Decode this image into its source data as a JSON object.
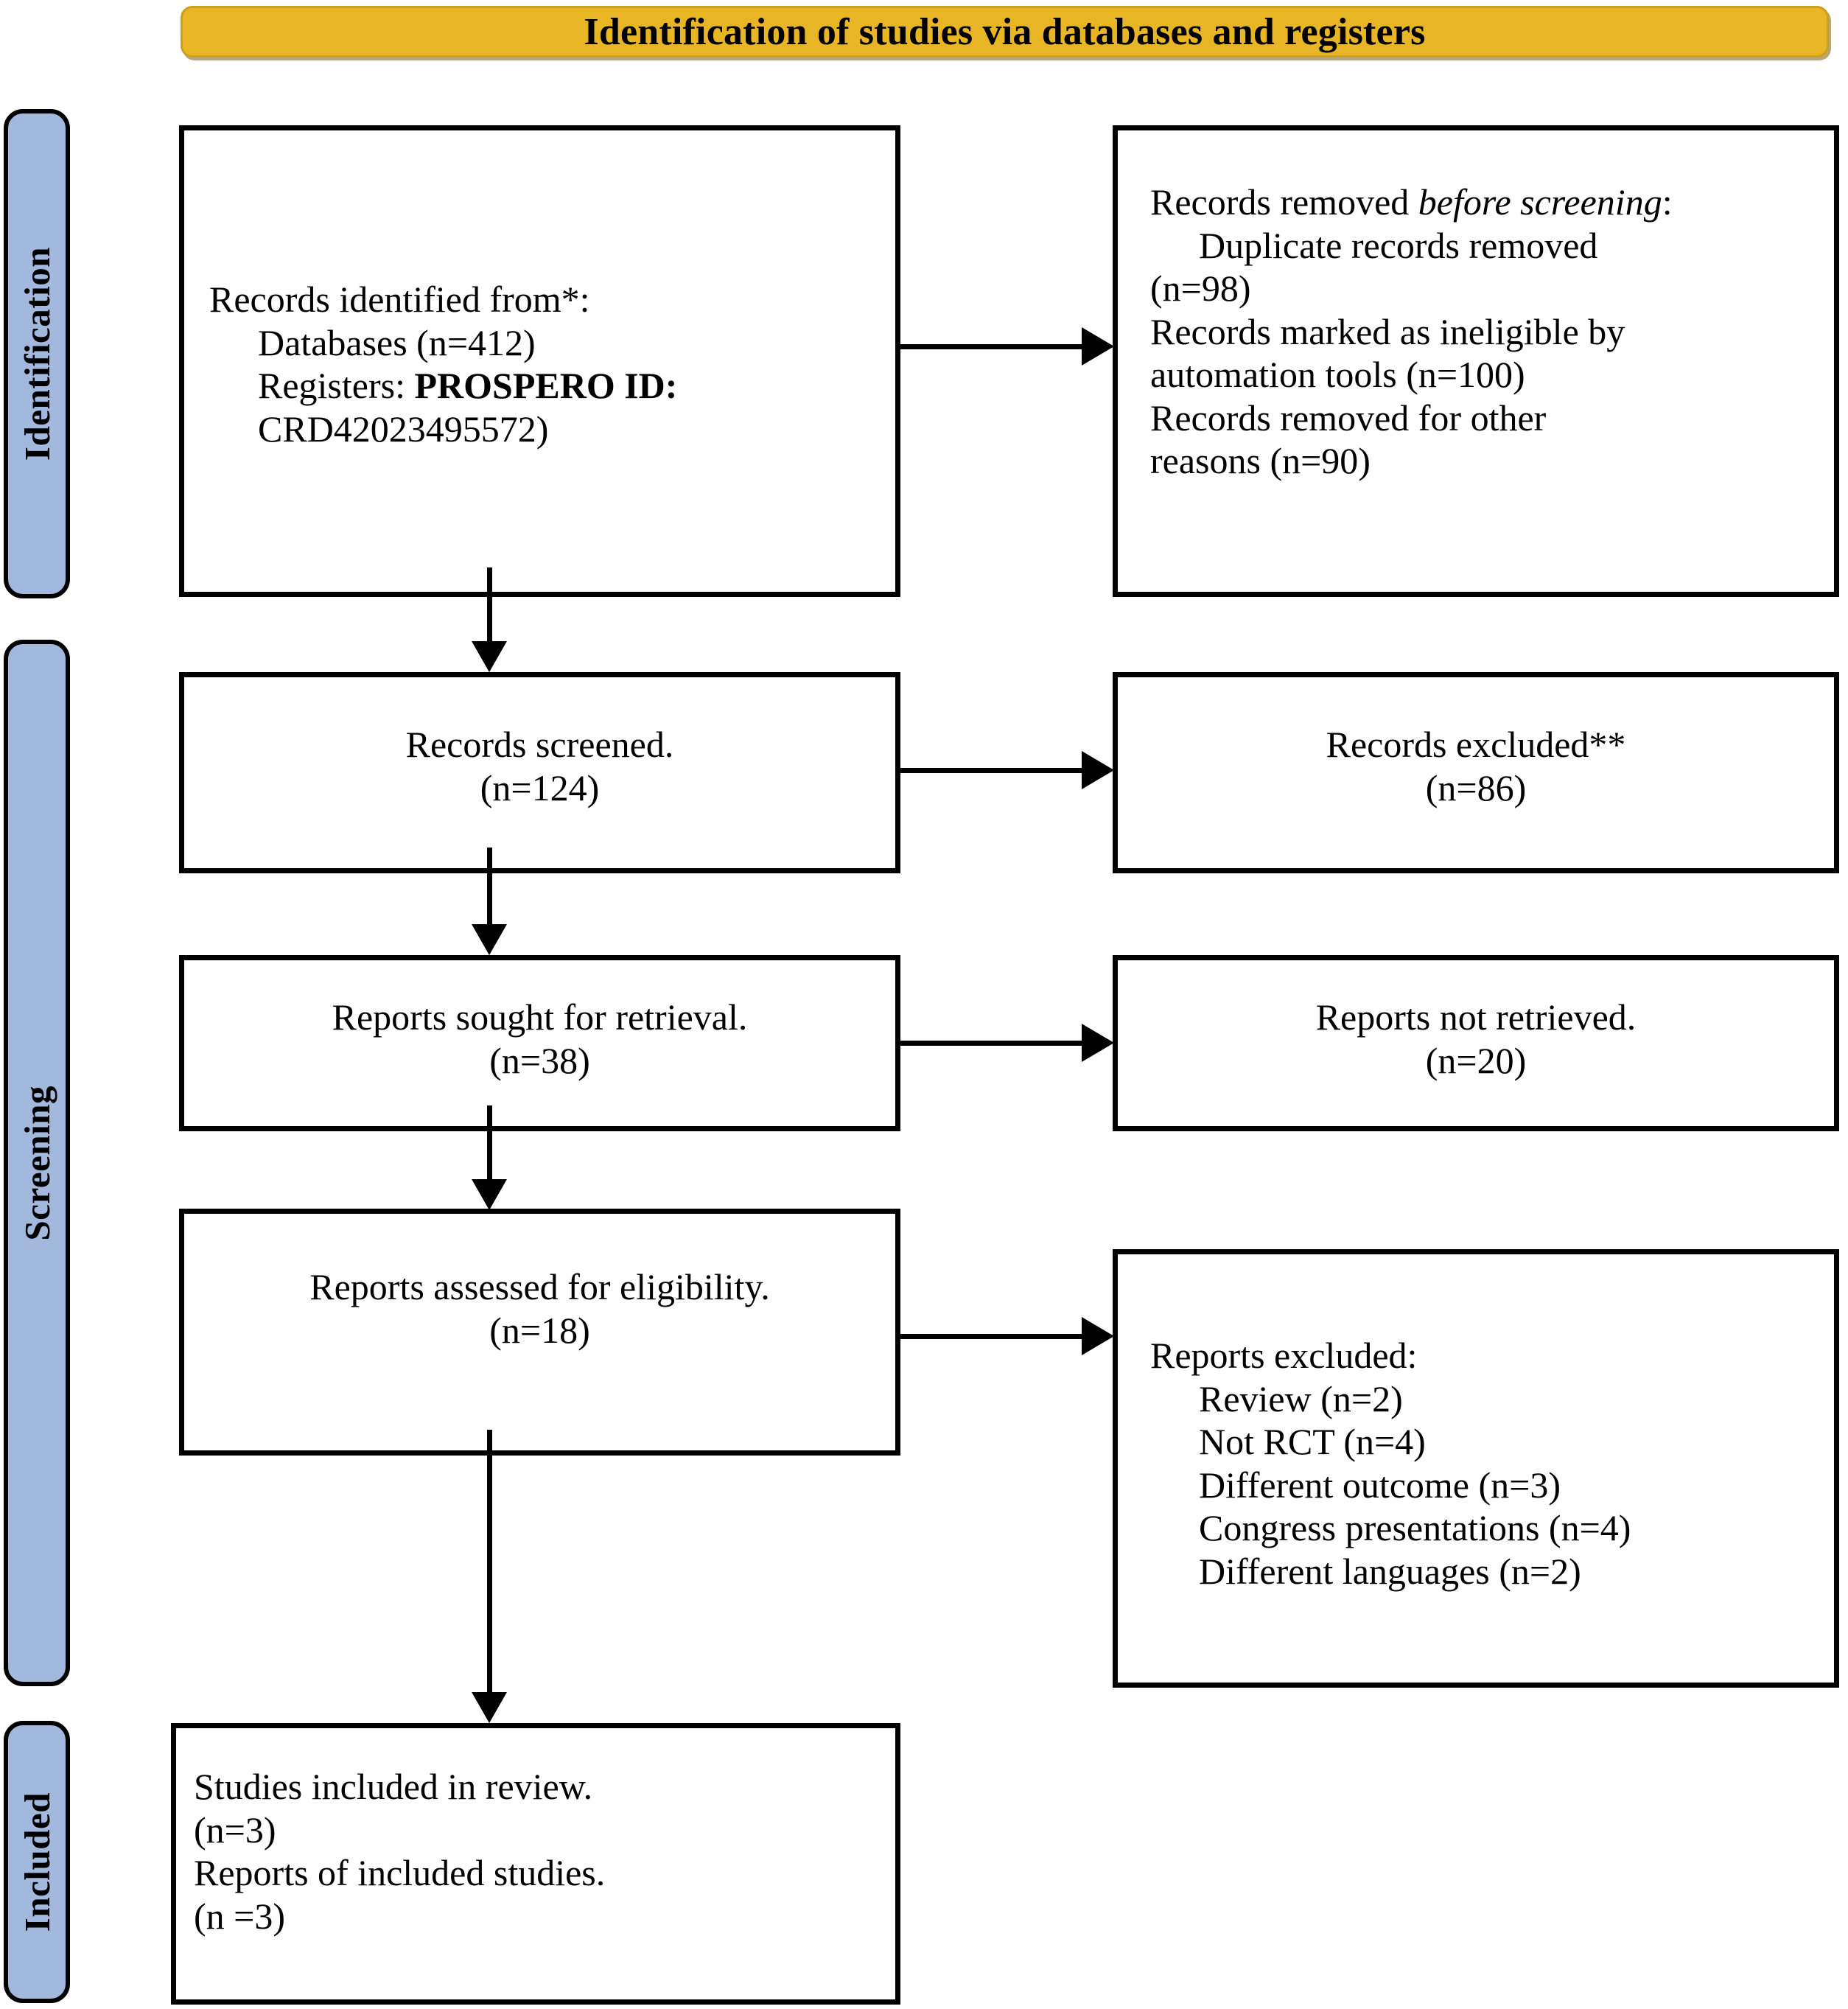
{
  "diagram": {
    "title": "Identification of studies via databases and registers",
    "type": "PRISMA flow diagram",
    "colors": {
      "banner_fill": "#e8b625",
      "phase_fill": "#a3b8dd",
      "box_border": "#000000",
      "box_fill": "#ffffff"
    }
  },
  "phases": [
    {
      "id": "identification",
      "label": "Identification"
    },
    {
      "id": "screening",
      "label": "Screening"
    },
    {
      "id": "included",
      "label": "Included"
    }
  ],
  "boxes": {
    "records_identified": {
      "line1": "Records identified from*:",
      "line2": "Databases (n=412)",
      "line3_prefix": "Registers: ",
      "line3_bold": "PROSPERO ID:",
      "line4": "CRD42023495572)"
    },
    "records_removed": {
      "line1_prefix": "Records removed ",
      "line1_italic": "before screening",
      "line1_suffix": ":",
      "line2": "Duplicate records removed",
      "line3": "(n=98)",
      "line4": "Records marked as ineligible by",
      "line5": "automation tools (n=100)",
      "line6": "Records removed for other",
      "line7": "reasons (n=90)"
    },
    "records_screened": {
      "line1": "Records screened.",
      "line2": "(n=124)"
    },
    "records_excluded": {
      "line1": "Records excluded**",
      "line2": "(n=86)"
    },
    "reports_sought": {
      "line1": "Reports sought for retrieval.",
      "line2": "(n=38)"
    },
    "reports_not_retrieved": {
      "line1": "Reports not retrieved.",
      "line2": "(n=20)"
    },
    "reports_assessed": {
      "line1": "Reports assessed for eligibility.",
      "line2": "(n=18)"
    },
    "reports_excluded": {
      "line1": "Reports excluded:",
      "reasons": [
        "Review (n=2)",
        "Not RCT (n=4)",
        "Different outcome (n=3)",
        "Congress presentations (n=4)",
        "Different languages (n=2)"
      ]
    },
    "studies_included": {
      "line1": "Studies included in review.",
      "line2": "(n=3)",
      "line3": "Reports of included studies.",
      "line4": "(n =3)"
    }
  }
}
